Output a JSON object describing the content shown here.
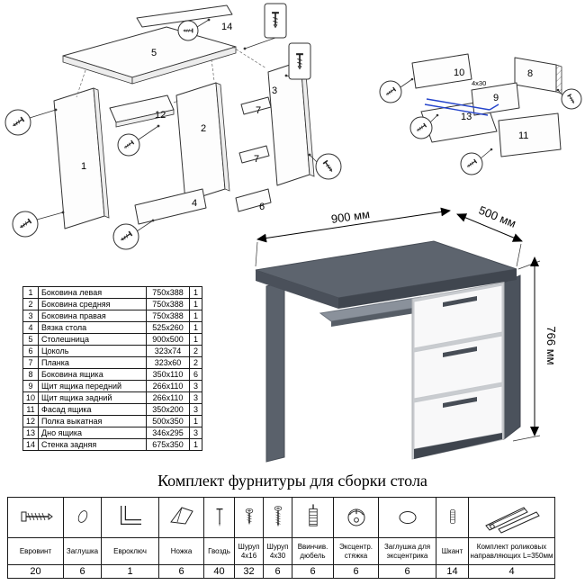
{
  "page": {
    "title": "Комплект фурнитуры для сборки стола"
  },
  "desk": {
    "width_label": "900 мм",
    "depth_label": "500 мм",
    "height_label": "766 мм"
  },
  "exploded_main": {
    "labels": [
      "14",
      "5",
      "1",
      "12",
      "2",
      "3",
      "7",
      "7",
      "6",
      "4"
    ],
    "callout_icon": "screw"
  },
  "exploded_drawer": {
    "labels": [
      "10",
      "8",
      "4x30",
      "9",
      "13",
      "11"
    ],
    "callout_icon": "screw",
    "rail_color": "#2544cc"
  },
  "parts_table": {
    "rows": [
      {
        "num": "1",
        "name": "Боковина левая",
        "size": "750x388",
        "qty": "1"
      },
      {
        "num": "2",
        "name": "Боковина средняя",
        "size": "750x388",
        "qty": "1"
      },
      {
        "num": "3",
        "name": "Боковина правая",
        "size": "750x388",
        "qty": "1"
      },
      {
        "num": "4",
        "name": "Вязка стола",
        "size": "525x260",
        "qty": "1"
      },
      {
        "num": "5",
        "name": "Столешница",
        "size": "900x500",
        "qty": "1"
      },
      {
        "num": "6",
        "name": "Цоколь",
        "size": "323x74",
        "qty": "2"
      },
      {
        "num": "7",
        "name": "Планка",
        "size": "323x60",
        "qty": "2"
      },
      {
        "num": "8",
        "name": "Боковина ящика",
        "size": "350x110",
        "qty": "6"
      },
      {
        "num": "9",
        "name": "Щит ящика передний",
        "size": "266x110",
        "qty": "3"
      },
      {
        "num": "10",
        "name": "Щит ящика задний",
        "size": "266x110",
        "qty": "3"
      },
      {
        "num": "11",
        "name": "Фасад ящика",
        "size": "350x200",
        "qty": "3"
      },
      {
        "num": "12",
        "name": "Полка выкатная",
        "size": "500x350",
        "qty": "1"
      },
      {
        "num": "13",
        "name": "Дно ящика",
        "size": "346x295",
        "qty": "3"
      },
      {
        "num": "14",
        "name": "Стенка задняя",
        "size": "675x350",
        "qty": "1"
      }
    ]
  },
  "hardware_table": {
    "items": [
      {
        "name": "Евровинт",
        "qty": "20",
        "icon": "euro-screw"
      },
      {
        "name": "Заглушка",
        "qty": "6",
        "icon": "cap"
      },
      {
        "name": "Евроключ",
        "qty": "1",
        "icon": "hex-key"
      },
      {
        "name": "Ножка",
        "qty": "6",
        "icon": "foot"
      },
      {
        "name": "Гвоздь",
        "qty": "40",
        "icon": "nail"
      },
      {
        "name": "Шуруп 4х16",
        "qty": "32",
        "icon": "screw-short"
      },
      {
        "name": "Шуруп 4х30",
        "qty": "6",
        "icon": "screw-long"
      },
      {
        "name": "Ввинчив. дюбель",
        "qty": "6",
        "icon": "dowel-screw"
      },
      {
        "name": "Эксцентр. стяжка",
        "qty": "6",
        "icon": "cam-lock"
      },
      {
        "name": "Заглушка для эксцентрика",
        "qty": "6",
        "icon": "cam-cap"
      },
      {
        "name": "Шкант",
        "qty": "14",
        "icon": "wood-dowel"
      },
      {
        "name": "Комплект роликовых направляющих L=350мм",
        "qty": "4",
        "icon": "drawer-slides"
      }
    ]
  }
}
